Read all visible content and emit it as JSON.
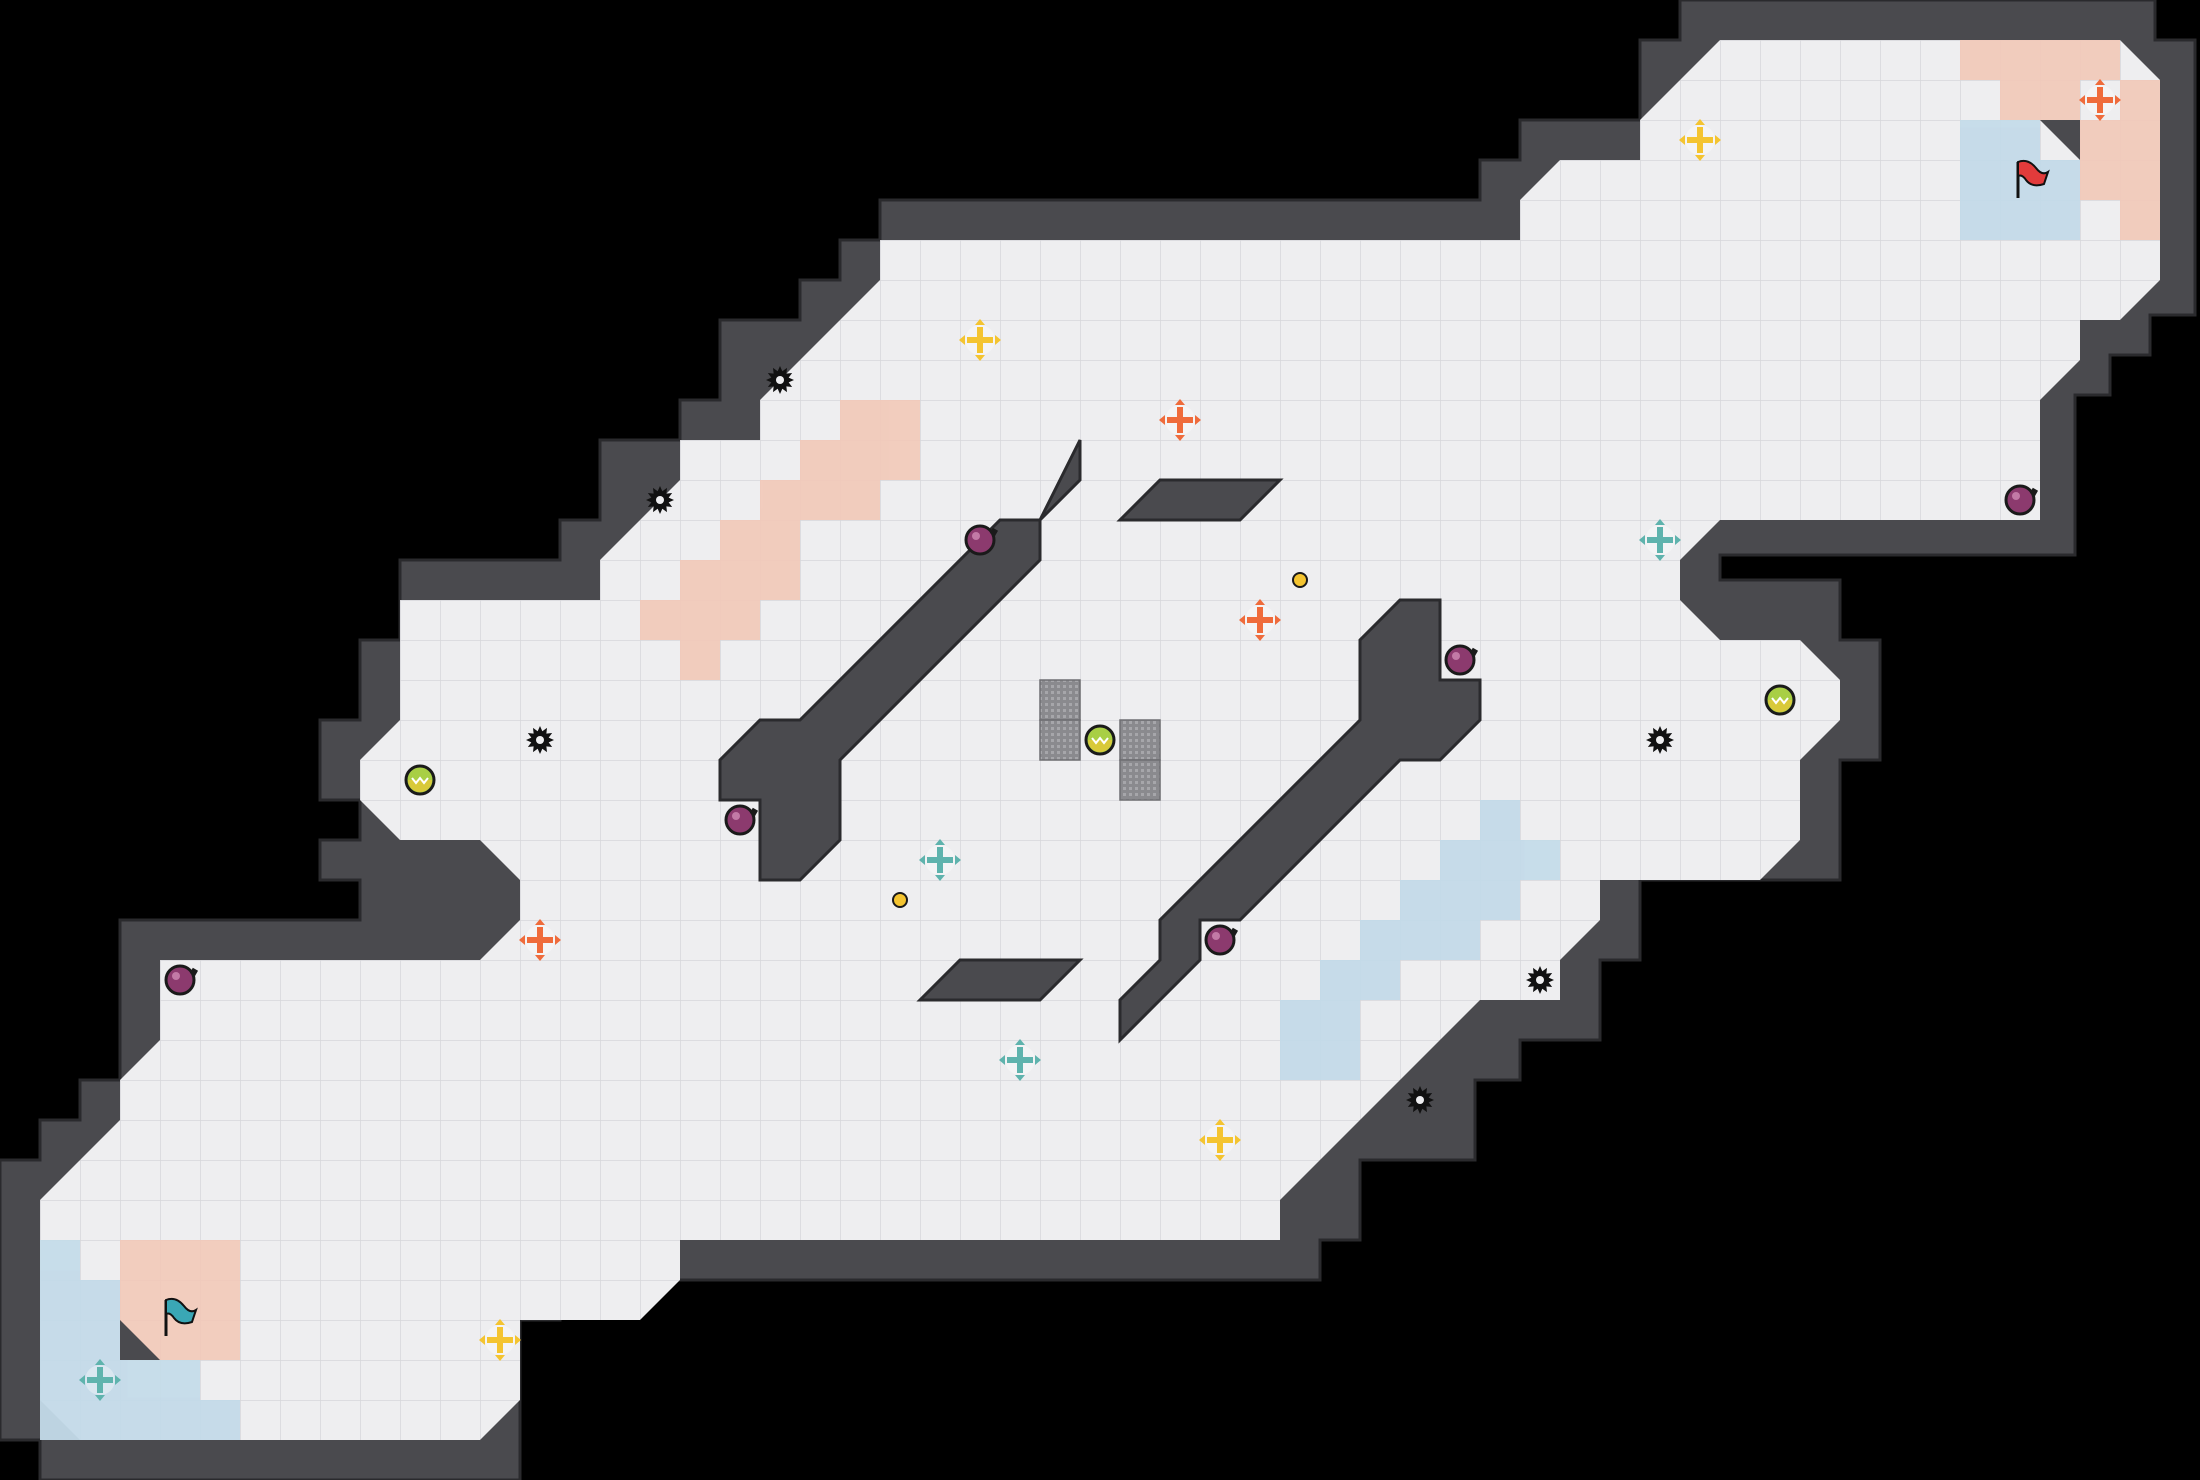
{
  "map": {
    "name": "",
    "colors": {
      "void": "#000000",
      "wall": "#4a4a4e",
      "wall_edge": "#2a2a2d",
      "floor": "#eeeef0",
      "grid": "#d9d9dd",
      "red_zone": "#f2c9b8",
      "blue_zone": "#c4dbe9",
      "red_team": "#e23b3b",
      "blue_team": "#3aa7b5"
    }
  },
  "entities": {
    "flags": [
      {
        "team": "red",
        "icon": "red-flag-icon"
      },
      {
        "team": "blue",
        "icon": "blue-flag-icon"
      }
    ],
    "boosts": [
      {
        "kind": "neutral-boost",
        "icon": "yellow-boost-icon"
      },
      {
        "kind": "red-boost",
        "icon": "red-boost-icon"
      },
      {
        "kind": "blue-boost",
        "icon": "blue-boost-icon"
      }
    ],
    "bombs": {
      "icon": "bomb-icon"
    },
    "spikes": {
      "icon": "spike-icon"
    },
    "powerups": {
      "icon": "powerup-icon"
    },
    "buttons": {
      "icon": "button-icon"
    },
    "gates": {
      "icon": "gate-tile-icon"
    }
  }
}
